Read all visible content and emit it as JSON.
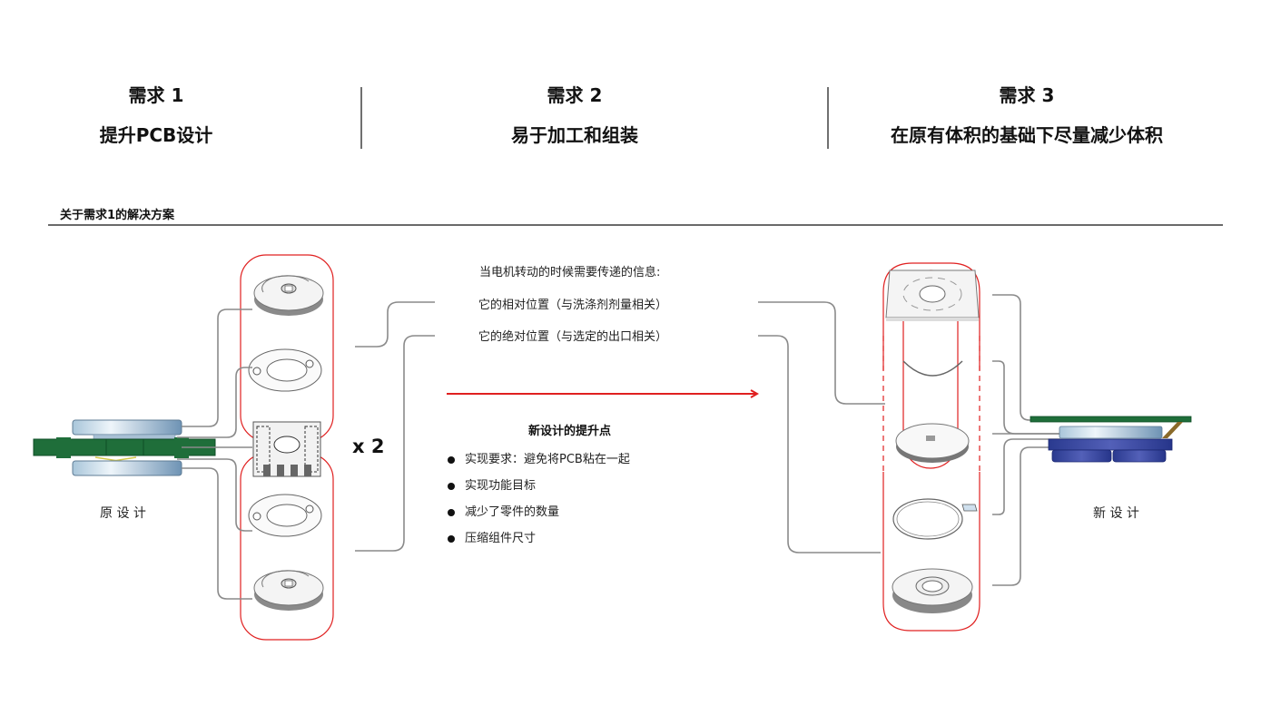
{
  "requirements": [
    {
      "title": "需求 1",
      "subtitle": "提升PCB设计"
    },
    {
      "title": "需求 2",
      "subtitle": "易于加工和组装"
    },
    {
      "title": "需求 3",
      "subtitle": "在原有体积的基础下尽量减少体积"
    }
  ],
  "section": {
    "title": "关于需求1的解决方案"
  },
  "info": {
    "heading": "当电机转动的时候需要传递的信息:",
    "items": [
      "它的相对位置（与洗涤剂剂量相关）",
      "它的绝对位置（与选定的出口相关）"
    ]
  },
  "multiplier": "x 2",
  "improvements": {
    "title": "新设计的提升点",
    "items": [
      "实现要求：避免将PCB粘在一起",
      "实现功能目标",
      "减少了零件的数量",
      "压缩组件尺寸"
    ]
  },
  "labels": {
    "original_design": "原 设 计",
    "new_design": "新 设 计"
  },
  "colors": {
    "accent_red": "#e02020",
    "pcb_green": "#1f6e3a",
    "housing_blue": "#2f3f9a",
    "connector_gray": "#8a8a8a"
  }
}
